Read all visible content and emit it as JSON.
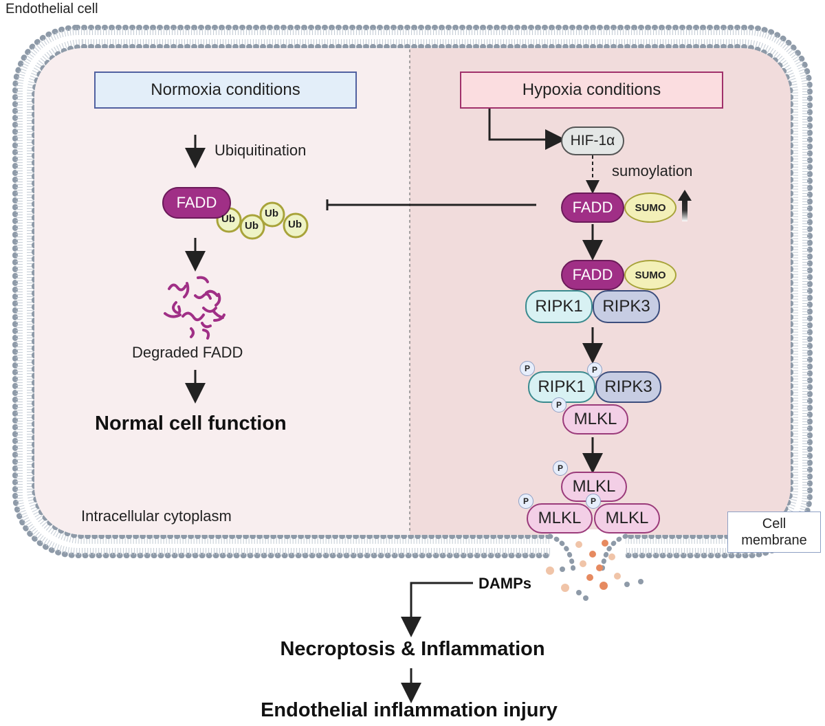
{
  "cell": {
    "title": "Endothelial cell",
    "cytoplasm_label": "Intracellular cytoplasm",
    "membrane_label_line1": "Cell",
    "membrane_label_line2": "membrane"
  },
  "normoxia": {
    "title": "Normoxia conditions",
    "step1": "Ubiquitination",
    "fadd": "FADD",
    "ub": "Ub",
    "degraded": "Degraded FADD",
    "outcome": "Normal cell function"
  },
  "hypoxia": {
    "title": "Hypoxia  conditions",
    "hif": "HIF-1α",
    "sumoylation": "sumoylation",
    "fadd": "FADD",
    "sumo": "SUMO",
    "ripk1": "RIPK1",
    "ripk3": "RIPK3",
    "mlkl": "MLKL",
    "p": "P"
  },
  "outcomes": {
    "damps": "DAMPs",
    "necroptosis": "Necroptosis & Inflammation",
    "injury": "Endothelial inflammation injury"
  },
  "colors": {
    "fadd": "#a02f86",
    "ub_fill": "#eef3c6",
    "ub_stroke": "#a8a33a",
    "sumo_fill": "#f3f0b8",
    "ripk1_fill": "#d8f1f3",
    "ripk3_fill": "#c7cde3",
    "mlkl_fill": "#f3cfe6",
    "normoxia_box": "#e3eef9",
    "hypoxia_box": "#fbdde0",
    "left_bg": "#f8eeef",
    "right_bg": "#f1dcdc",
    "membrane": "#8e9aa8"
  }
}
